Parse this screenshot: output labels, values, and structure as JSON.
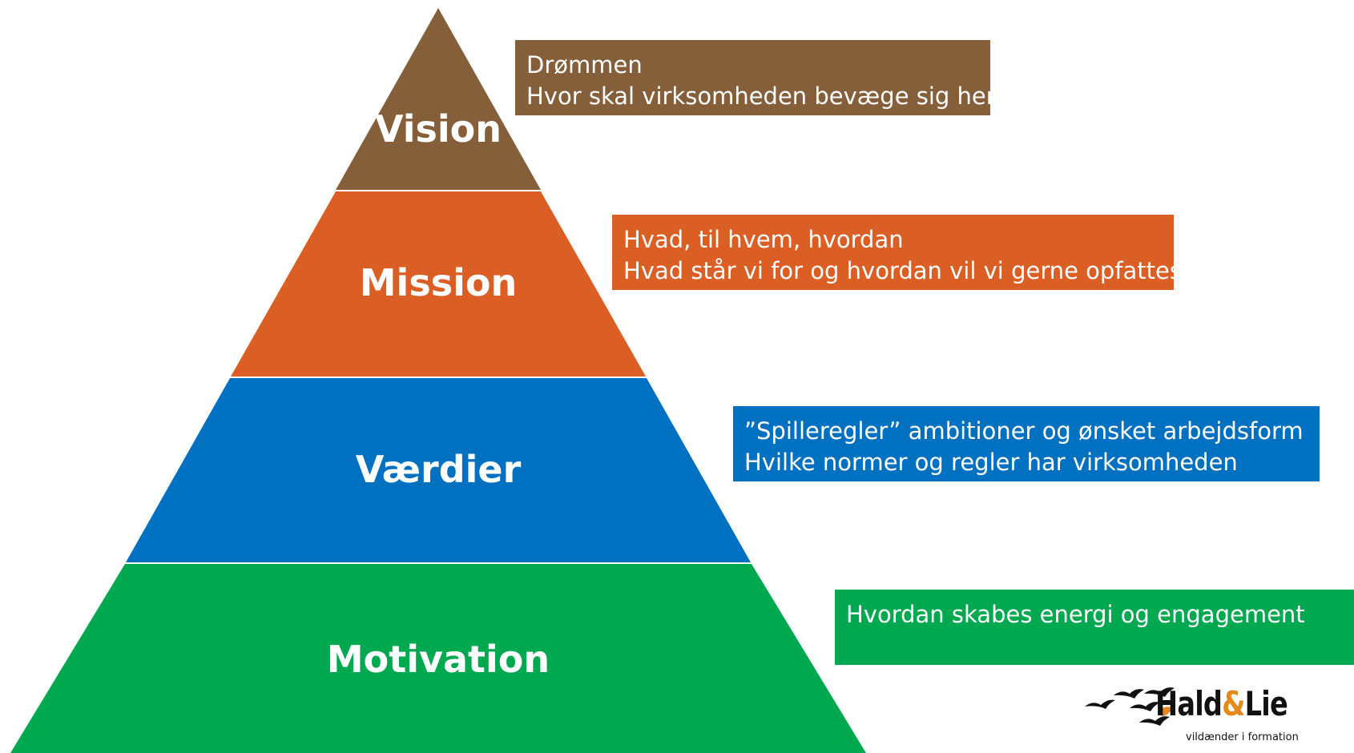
{
  "pyramid": {
    "tiers": [
      {
        "id": "vision",
        "label": "Vision",
        "color": "#855e3a"
      },
      {
        "id": "mission",
        "label": "Mission",
        "color": "#db5f24"
      },
      {
        "id": "vaerdier",
        "label": "Værdier",
        "color": "#0070c0"
      },
      {
        "id": "motivation",
        "label": "Motivation",
        "color": "#00a84f"
      }
    ]
  },
  "boxes": {
    "vision": {
      "line1": "Drømmen",
      "line2": "Hvor skal virksomheden bevæge sig hen",
      "color": "#855e3a"
    },
    "mission": {
      "line1": "Hvad, til hvem, hvordan",
      "line2": "Hvad står vi for og hvordan vil vi gerne opfattes",
      "color": "#db5f24"
    },
    "vaerdier": {
      "line1": "”Spilleregler” ambitioner og ønsket arbejdsform",
      "line2": "Hvilke normer og regler har virksomheden",
      "color": "#0070c0"
    },
    "motivation": {
      "line1": "Hvordan skabes energi og engagement",
      "color": "#00a84f"
    }
  },
  "logo": {
    "brand_left": "Hald",
    "brand_amp": "&",
    "brand_right": "Lie",
    "tagline": "vildænder i formation",
    "icon": "flying-ducks-icon"
  }
}
